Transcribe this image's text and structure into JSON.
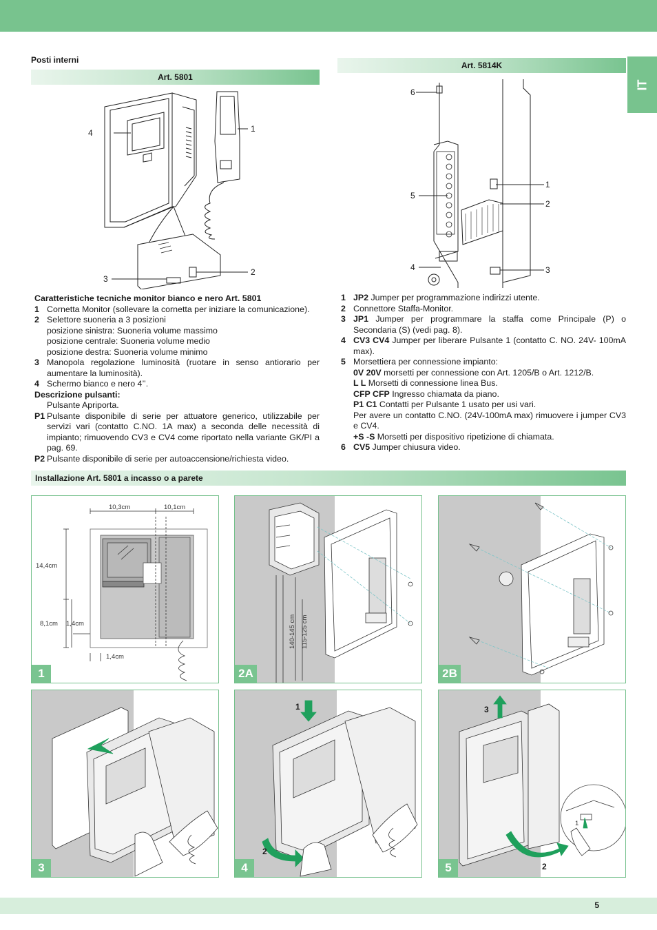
{
  "header": {
    "lang_tab": "IT"
  },
  "left": {
    "section": "Posti interni",
    "bar": "Art. 5801",
    "callouts": [
      "4",
      "1",
      "3",
      "2"
    ],
    "title": "Caratteristiche tecniche monitor bianco e nero Art. 5801",
    "items": [
      {
        "n": "1",
        "text": "Cornetta Monitor (sollevare la cornetta per iniziare la comunicazione)."
      },
      {
        "n": "2",
        "text": "Selettore suoneria a 3 posizioni"
      },
      {
        "n": "",
        "text": "posizione sinistra: Suoneria volume massimo"
      },
      {
        "n": "",
        "text": "posizione centrale: Suoneria volume medio"
      },
      {
        "n": "",
        "text": "posizione destra: Suoneria volume minimo"
      },
      {
        "n": "3",
        "text": "Manopola regolazione luminosità (ruotare in senso antiorario per aumentare la luminosità)."
      },
      {
        "n": "4",
        "text": "Schermo bianco e nero 4’’."
      }
    ],
    "buttons_title": "Descrizione pulsanti:",
    "buttons_intro": "Pulsante Apriporta.",
    "buttons": [
      {
        "n": "P1",
        "text": "Pulsante disponibile di serie per attuatore generico, utilizzabile per servizi vari (contatto C.NO. 1A max) a seconda delle necessità di impianto; rimuovendo CV3 e CV4 come riportato nella variante GK/PI a pag. 69."
      },
      {
        "n": "P2",
        "text": "Pulsante disponibile di serie per autoaccensione/richiesta video."
      }
    ]
  },
  "right": {
    "bar": "Art. 5814K",
    "callouts": [
      "6",
      "1",
      "5",
      "2",
      "4",
      "3"
    ],
    "items": [
      {
        "n": "1",
        "label": "JP2",
        "text": " Jumper per programmazione indirizzi utente."
      },
      {
        "n": "2",
        "label": "",
        "text": "Connettore Staffa-Monitor."
      },
      {
        "n": "3",
        "label": "JP1",
        "text": " Jumper per programmare la staffa come Principale (P) o Secondaria (S) (vedi pag. 8)."
      },
      {
        "n": "4",
        "label": "CV3 CV4",
        "text": " Jumper per liberare Pulsante 1 (contatto C. NO. 24V- 100mA max)."
      },
      {
        "n": "5",
        "label": "",
        "text": "Morsettiera per connessione impianto:"
      }
    ],
    "terminals": [
      {
        "label": "0V 20V",
        "text": " morsetti per connessione con Art. 1205/B o Art. 1212/B."
      },
      {
        "label": "L L",
        "text": " Morsetti di connessione linea Bus."
      },
      {
        "label": "CFP CFP",
        "text": " Ingresso chiamata da piano."
      },
      {
        "label": "P1 C1",
        "text": " Contatti per Pulsante 1 usato per usi vari."
      },
      {
        "label": "",
        "text": "Per avere un contatto C.NO. (24V-100mA max) rimuovere i jumper CV3 e CV4."
      },
      {
        "label": "+S -S",
        "text": " Morsetti per dispositivo ripetizione di chiamata."
      }
    ],
    "item6": {
      "n": "6",
      "label": "CV5",
      "text": " Jumper chiusura video."
    }
  },
  "install": {
    "bar": "Installazione Art. 5801 a incasso o a parete",
    "panels": [
      {
        "badge": "1"
      },
      {
        "badge": "2A"
      },
      {
        "badge": "2B"
      },
      {
        "badge": "3"
      },
      {
        "badge": "4"
      },
      {
        "badge": "5"
      }
    ],
    "dims": {
      "w1": "10,3cm",
      "w2": "10,1cm",
      "h1": "14,4cm",
      "h2": "8,1cm",
      "d1": "1,4cm",
      "d2": "1,4cm",
      "height_a": "140-145 cm",
      "height_b": "115-125 cm"
    },
    "step_numbers": {
      "s4a": "1",
      "s4b": "2",
      "s5a": "3",
      "s5b": "2",
      "s5c": "1"
    }
  },
  "footer": {
    "page": "5"
  }
}
